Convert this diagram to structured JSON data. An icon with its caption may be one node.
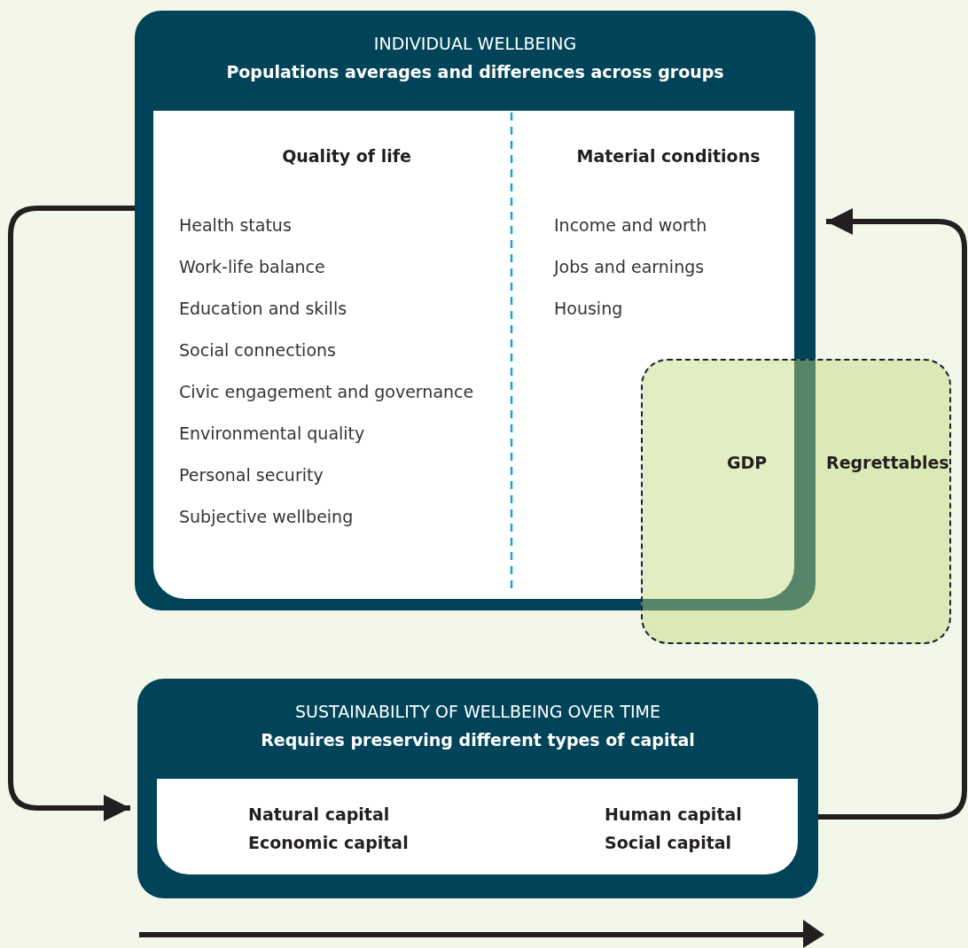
{
  "diagram": {
    "nodes": [
      {
        "text": [
          "INDIVIDUAL WELLBEING",
          "Populations averages and differences across groups"
        ]
      },
      {
        "text": [
          "Quality of life",
          "Health status",
          "Work-life balance",
          "Education and skills",
          "Social connections",
          "Civic engagement and governance",
          "Environmental quality",
          "Personal security",
          "Subjective wellbeing"
        ],
        "in": 0
      },
      {
        "text": [
          "Material conditions",
          "Income and worth",
          "Jobs and earnings",
          "Housing"
        ],
        "in": 0
      },
      {
        "text": [
          "GDP",
          "Regrettables"
        ]
      },
      {
        "text": [
          "SUSTAINABILITY OF WELLBEING OVER TIME",
          "Requires preserving different types of capital"
        ]
      },
      {
        "text": [
          "Natural capital",
          "Economic capital",
          "Human capital",
          "Social capital"
        ],
        "in": 4
      }
    ],
    "edges": [
      {
        "from": 0,
        "to": 4,
        "arrow": "to"
      },
      {
        "from": 4,
        "to": 0,
        "arrow": "to"
      }
    ]
  }
}
